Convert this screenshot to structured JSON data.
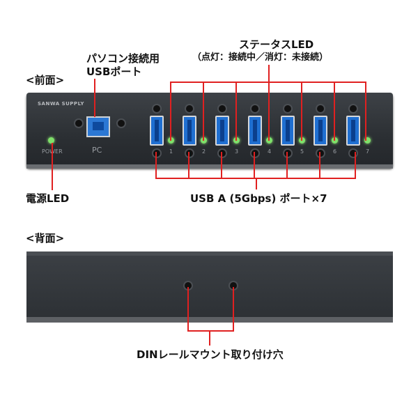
{
  "labels": {
    "front_section": "<前面>",
    "back_section": "<背面>",
    "pc_port_line1": "パソコン接続用",
    "pc_port_line2": "USBポート",
    "status_led_line1": "ステータスLED",
    "status_led_line2": "（点灯：接続中／消灯：未接続）",
    "power_led": "電源LED",
    "usb_ports": "USB A (5Gbps) ポート×7",
    "din_mount": "DINレールマウント取り付け穴"
  },
  "device": {
    "brand": "SANWA SUPPLY",
    "power_label": "POWER",
    "pc_label": "PC",
    "port_numbers": [
      "1",
      "2",
      "3",
      "4",
      "5",
      "6",
      "7"
    ]
  },
  "colors": {
    "callout": "#e02020",
    "usb_blue": "#1f6fd1",
    "led_green": "#7fe06a"
  }
}
